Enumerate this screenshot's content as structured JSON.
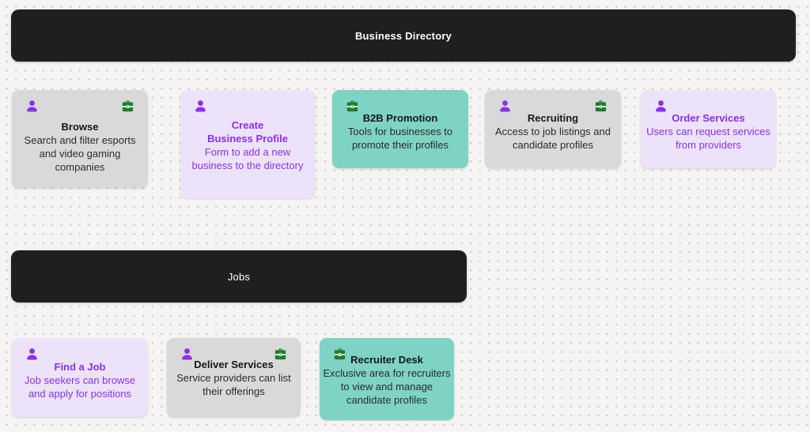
{
  "canvas": {
    "background": "#f5f4f2",
    "dot_color": "#cbc9c5"
  },
  "colors": {
    "bar_background": "#1f1f1f",
    "bar_text": "#ffffff",
    "gray_card": "#d9d9d9",
    "purple_card": "#ece3fa",
    "teal_card": "#7ed3c4",
    "purple_text": "#8b2ff2",
    "dark_text": "#171717",
    "person_icon": "#8b2ff2",
    "briefcase_icon": "#1f7d2c"
  },
  "bars": {
    "business_directory": {
      "label": "Business Directory"
    },
    "jobs": {
      "label": "Jobs"
    }
  },
  "cards": {
    "browse": {
      "title": "Browse",
      "description": "Search and filter esports\nand video gaming\ncompanies",
      "icons": [
        "person",
        "briefcase"
      ]
    },
    "create_business_profile": {
      "title": "Create\nBusiness Profile",
      "description": "Form to add a new\nbusiness to the directory",
      "icons": [
        "person"
      ]
    },
    "b2b_promotion": {
      "title": "B2B Promotion",
      "description": "Tools for businesses to\npromote their profiles",
      "icons": [
        "briefcase"
      ]
    },
    "recruiting": {
      "title": "Recruiting",
      "description": "Access to job listings and\ncandidate profiles",
      "icons": [
        "person",
        "briefcase"
      ]
    },
    "order_services": {
      "title": "Order Services",
      "description": "Users can request services\nfrom providers",
      "icons": [
        "person"
      ]
    },
    "find_a_job": {
      "title": "Find a Job",
      "description": "Job seekers can browse\nand apply for positions",
      "icons": [
        "person"
      ]
    },
    "deliver_services": {
      "title": "Deliver Services",
      "description": "Service providers can list\ntheir offerings",
      "icons": [
        "person",
        "briefcase"
      ]
    },
    "recruiter_desk": {
      "title": "Recruiter Desk",
      "description": "Exclusive area for recruiters\nto view and manage\ncandidate profiles",
      "icons": [
        "briefcase"
      ]
    }
  }
}
